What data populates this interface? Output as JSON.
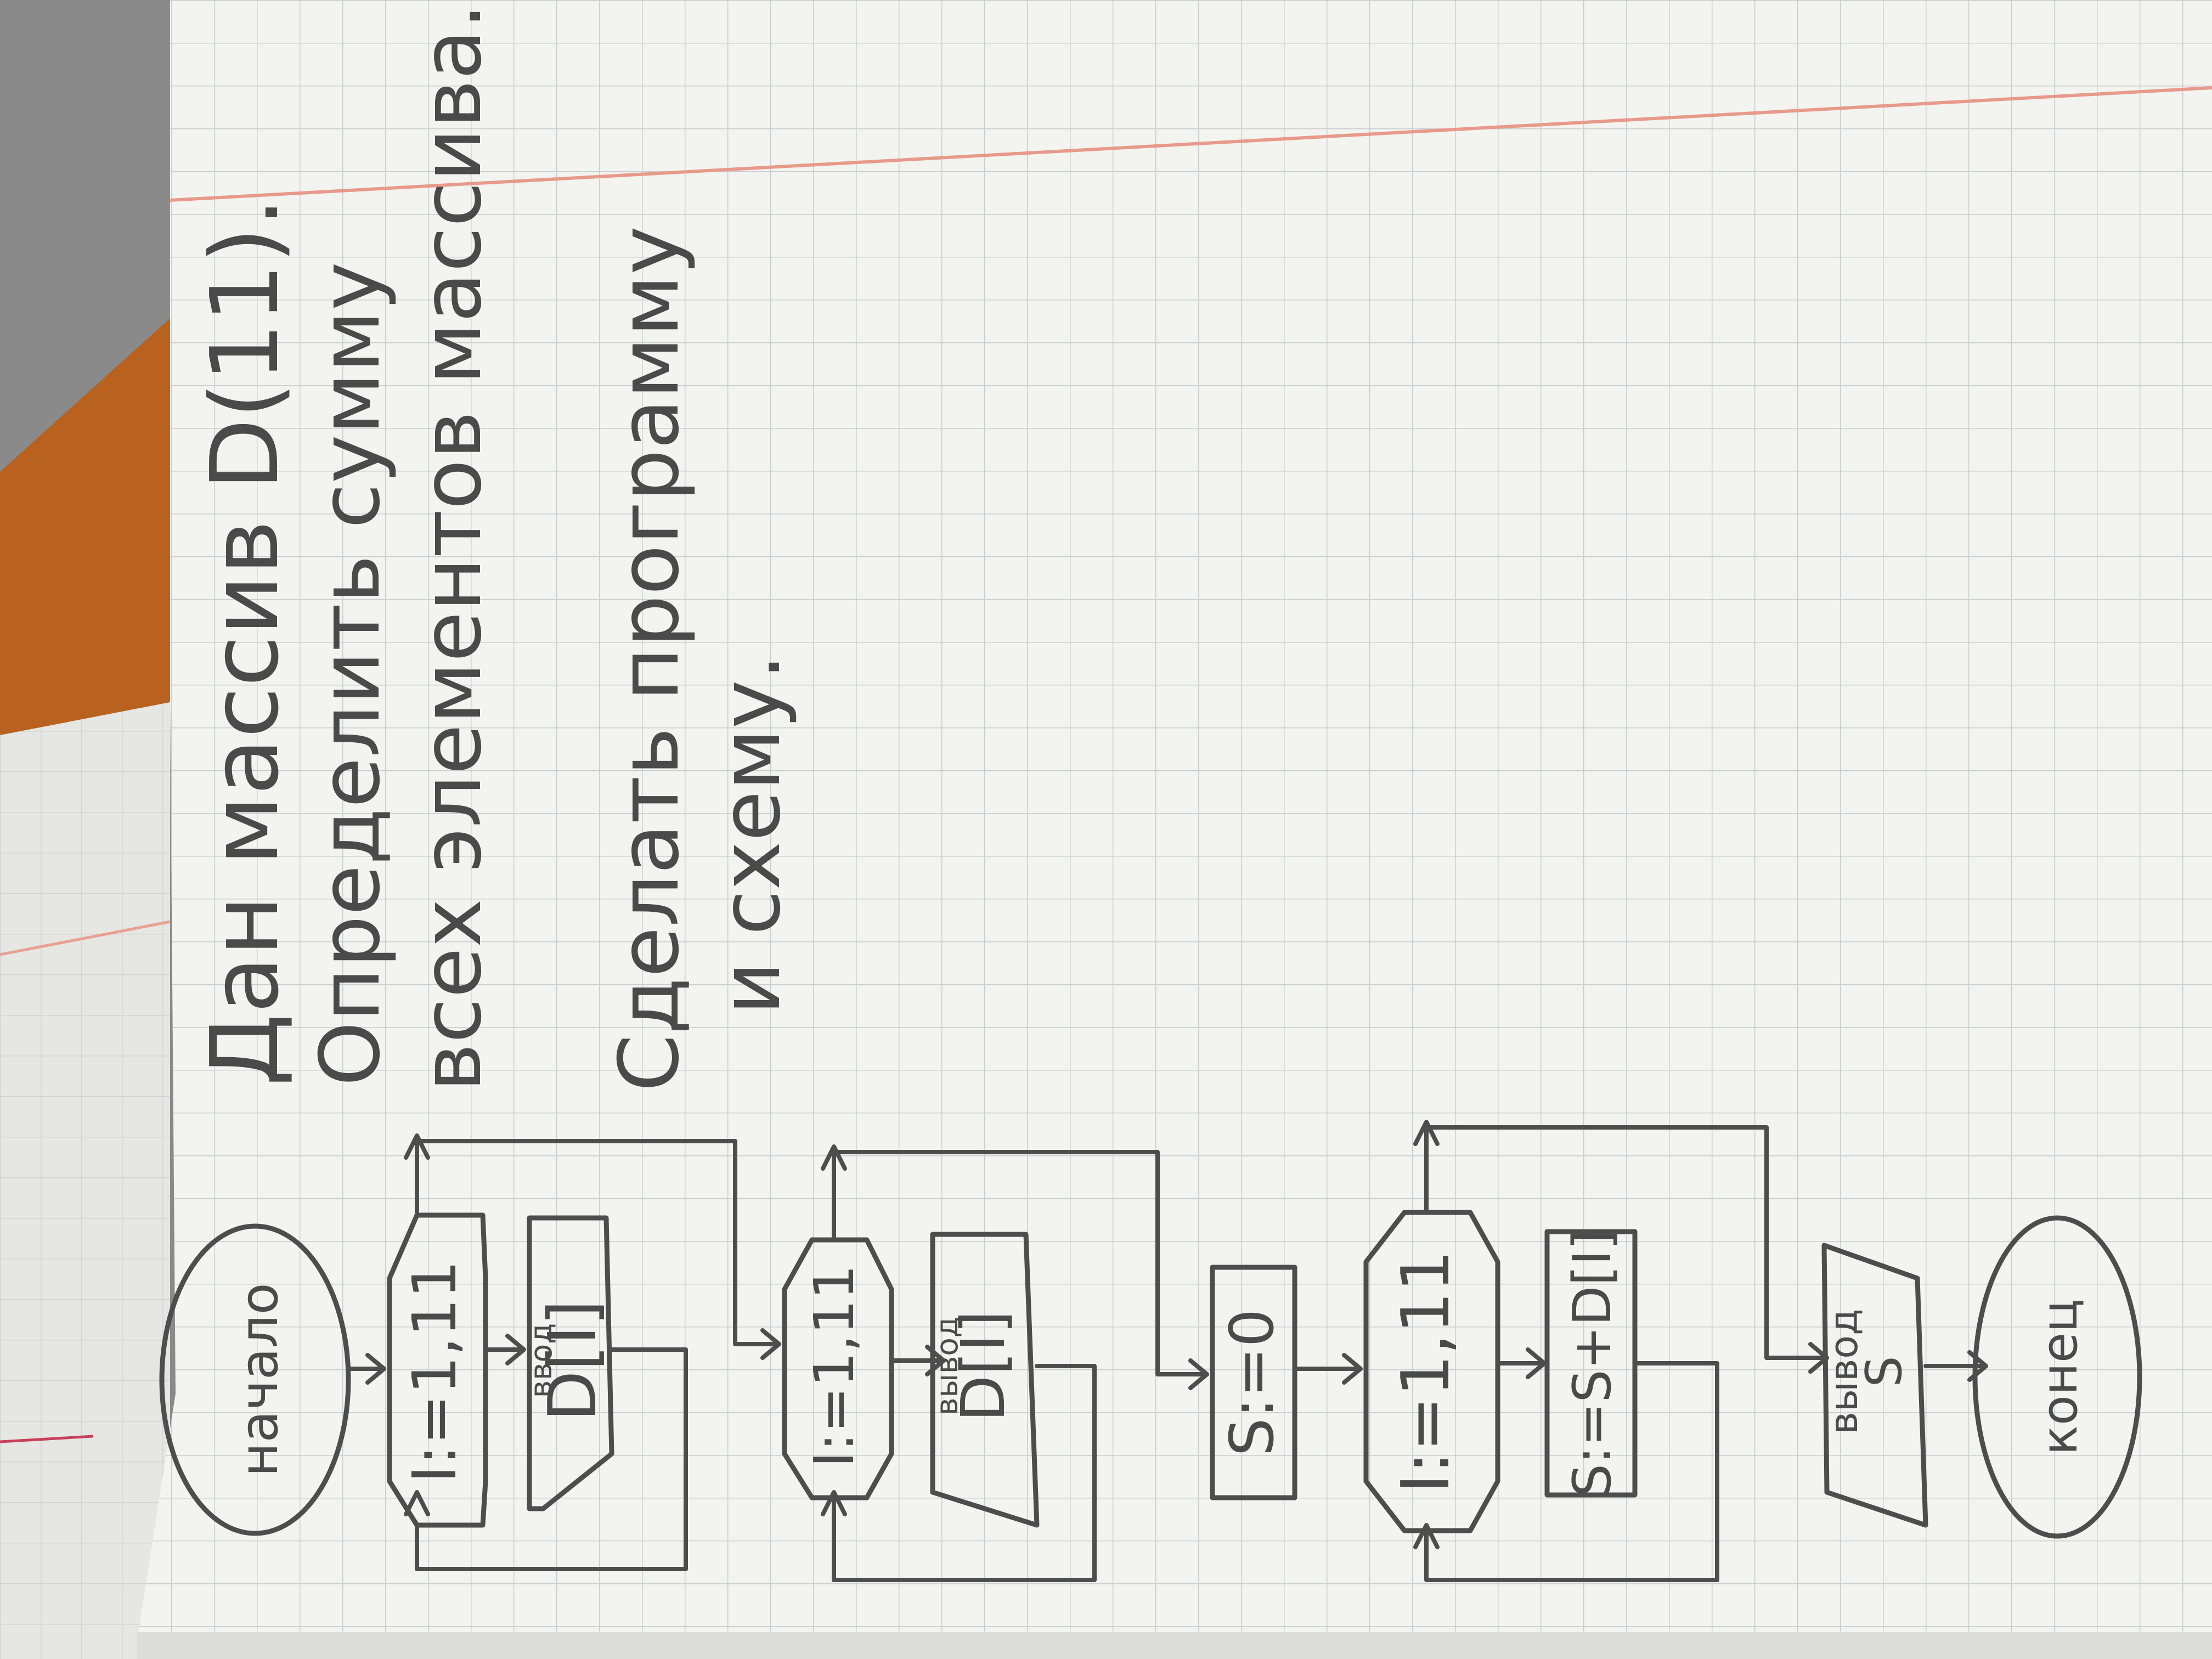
{
  "task": {
    "line1": "Дан массив D(11).",
    "line2": "Определить сумму",
    "line3": "всех элементов массива.",
    "line4": "Сделать программу",
    "line5": "и схему."
  },
  "flowchart": {
    "start": "начало",
    "loop1": "I:=1,11",
    "input1_note": "ввод",
    "input1": "D[I]",
    "loop2": "I:=1,11",
    "output1_note": "вывод",
    "output1": "D[I]",
    "init_sum": "S:=0",
    "loop3": "I:=1,11",
    "accumulate": "S:=S+D[I]",
    "output2_note": "вывод",
    "output2": "S",
    "end": "конец"
  },
  "colors": {
    "paper": "#f3f3f0",
    "grid": "#c9ccd0",
    "margin_line": "#e89a8a",
    "pencil": "#4d4d4d",
    "table_wood": "#b9621f"
  }
}
